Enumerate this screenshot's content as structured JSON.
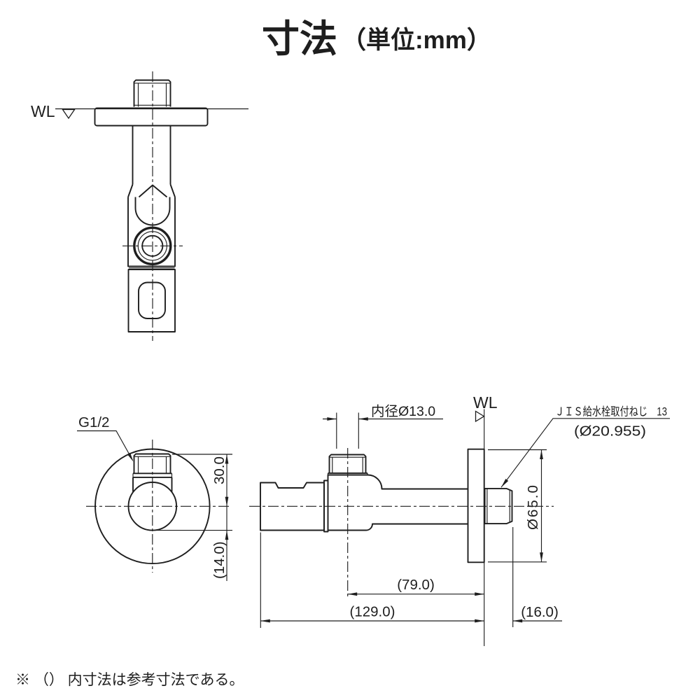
{
  "title": {
    "main": "寸法",
    "unit": "（単位:mm）"
  },
  "front_view": {
    "wl": "WL"
  },
  "outlet_view": {
    "thread": "G1/2",
    "dim_height": "30.0",
    "dim_offset": "(14.0)"
  },
  "side_view": {
    "wl": "WL",
    "bore_dim": "内径Ø13.0",
    "wall_thread_label": "ＪＩＳ給水栓取付ねじ　13",
    "wall_thread_dia": "(Ø20.955)",
    "escutcheon_dia": "Ø65.0",
    "dim_spout_to_wall": "(79.0)",
    "dim_total": "(129.0)",
    "dim_thread_len": "(16.0)"
  },
  "note": "※ （） 内寸法は参考寸法である。",
  "colors": {
    "ink": "#1e1e1e",
    "background": "#ffffff"
  }
}
